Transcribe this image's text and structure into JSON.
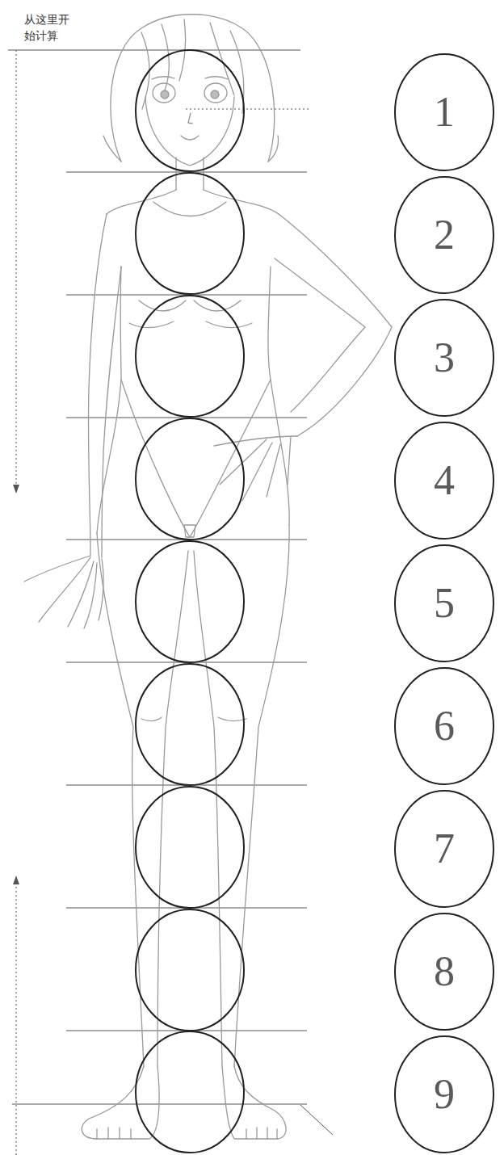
{
  "diagram": {
    "nodes": [
      {
        "text": [
          "1"
        ]
      },
      {
        "text": [
          "2"
        ]
      },
      {
        "text": [
          "3"
        ]
      },
      {
        "text": [
          "4"
        ]
      },
      {
        "text": [
          "5"
        ]
      },
      {
        "text": [
          "6"
        ]
      },
      {
        "text": [
          "7"
        ]
      },
      {
        "text": [
          "8"
        ]
      },
      {
        "text": [
          "9"
        ]
      }
    ],
    "labels": [
      "从这里开始计算"
    ]
  }
}
